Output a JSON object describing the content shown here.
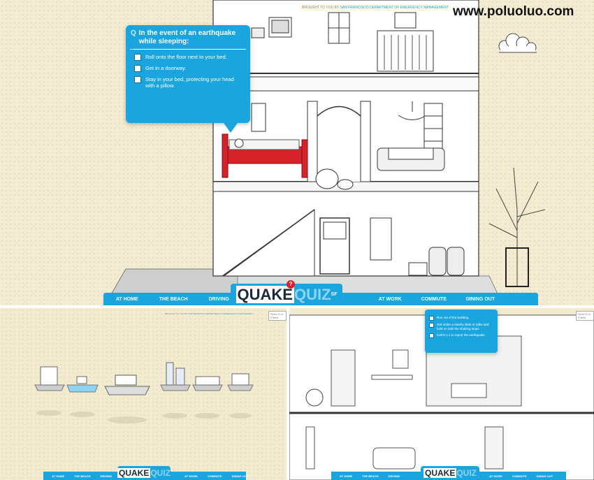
{
  "watermark": "www.poluoluo.com",
  "brought_prefix": "BROUGHT TO YOU BY",
  "brought_org": "SAN FRANCISCO DEPARTMENT OF EMERGENCY MANAGEMENT",
  "logo": {
    "quake": "QUAKE",
    "quiz": "QUIZ",
    "suffix": "SF",
    "bubble": "?"
  },
  "main_nav": {
    "left": [
      "AT HOME",
      "THE BEACH",
      "DRIVING"
    ],
    "right": [
      "AT WORK",
      "COMMUTE",
      "DINING OUT"
    ]
  },
  "home_quiz": {
    "q_marker": "Q",
    "question": "In the event of an earthquake while sleeping:",
    "options": [
      "Roll onto the floor next to your bed.",
      "Get in a doorway.",
      "Stay in your bed, protecting your head with a pillow."
    ]
  },
  "work_quiz": {
    "options": [
      "Run out of the building.",
      "Get under a nearby desk or table and hold on until the shaking stops.",
      "Call 9-1-1 to report the earthquake."
    ]
  },
  "small_nav": [
    "AT HOME",
    "THE BEACH",
    "DRIVING",
    "AT WORK",
    "COMMUTE",
    "DINING OUT"
  ],
  "small_btn": "Send To A Friend",
  "colors": {
    "accent": "#1aa5de",
    "bed": "#d6232a",
    "bg": "#f3ecd2"
  }
}
